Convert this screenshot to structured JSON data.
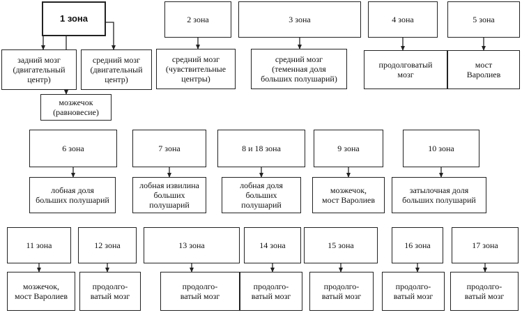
{
  "nodes": [
    {
      "id": "z1",
      "text": "1 зона",
      "kind": "zone"
    },
    {
      "id": "z2",
      "text": "2 зона",
      "kind": "zone"
    },
    {
      "id": "z3",
      "text": "3 зона",
      "kind": "zone"
    },
    {
      "id": "z4",
      "text": "4 зона",
      "kind": "zone"
    },
    {
      "id": "z5",
      "text": "5 зона",
      "kind": "zone"
    },
    {
      "id": "b1a",
      "text": "задний мозг\n(двигательный\nцентр)",
      "kind": "brain"
    },
    {
      "id": "b1b",
      "text": "средний мозг\n(двигательный\nцентр)",
      "kind": "brain"
    },
    {
      "id": "b1c",
      "text": "мозжечок\n(равновесие)",
      "kind": "brain"
    },
    {
      "id": "b2",
      "text": "средний мозг\n(чувствительные\nцентры)",
      "kind": "brain"
    },
    {
      "id": "b3",
      "text": "средний мозг\n(теменная доля\nбольших полушарий)",
      "kind": "brain"
    },
    {
      "id": "b4",
      "text": "продолговатый\nмозг",
      "kind": "brain"
    },
    {
      "id": "b5",
      "text": "мост\nВаролиев",
      "kind": "brain"
    },
    {
      "id": "z6",
      "text": "6 зона",
      "kind": "zone"
    },
    {
      "id": "z7",
      "text": "7 зона",
      "kind": "zone"
    },
    {
      "id": "z8",
      "text": "8 и 18 зона",
      "kind": "zone"
    },
    {
      "id": "z9",
      "text": "9 зона",
      "kind": "zone"
    },
    {
      "id": "z10",
      "text": "10 зона",
      "kind": "zone"
    },
    {
      "id": "b6",
      "text": "лобная доля\nбольших полушарий",
      "kind": "brain"
    },
    {
      "id": "b7",
      "text": "лобная извилина\nбольших\nполушарий",
      "kind": "brain"
    },
    {
      "id": "b8",
      "text": "лобная доля\nбольших\nполушарий",
      "kind": "brain"
    },
    {
      "id": "b9",
      "text": "мозжечок,\nмост Варолиев",
      "kind": "brain"
    },
    {
      "id": "b10",
      "text": "затылочная доля\nбольших полушарий",
      "kind": "brain"
    },
    {
      "id": "z11",
      "text": "11 зона",
      "kind": "zone"
    },
    {
      "id": "z12",
      "text": "12 зона",
      "kind": "zone"
    },
    {
      "id": "z13",
      "text": "13 зона",
      "kind": "zone"
    },
    {
      "id": "z14",
      "text": "14 зона",
      "kind": "zone"
    },
    {
      "id": "z15",
      "text": "15 зона",
      "kind": "zone"
    },
    {
      "id": "z16",
      "text": "16 зона",
      "kind": "zone"
    },
    {
      "id": "z17",
      "text": "17 зона",
      "kind": "zone"
    },
    {
      "id": "b11",
      "text": "мозжечок,\nмост Варолиев",
      "kind": "brain"
    },
    {
      "id": "b12",
      "text": "продолго-\nватый мозг",
      "kind": "brain"
    },
    {
      "id": "b13",
      "text": "продолго-\nватый мозг",
      "kind": "brain"
    },
    {
      "id": "b14",
      "text": "продолго-\nватый мозг",
      "kind": "brain"
    },
    {
      "id": "b15",
      "text": "продолго-\nватый мозг",
      "kind": "brain"
    },
    {
      "id": "b16",
      "text": "продолго-\nватый мозг",
      "kind": "brain"
    },
    {
      "id": "b17",
      "text": "продолго-\nватый мозг",
      "kind": "brain"
    }
  ],
  "edges": [
    [
      "z1",
      "b1a"
    ],
    [
      "z1",
      "b1b"
    ],
    [
      "z1",
      "b1c"
    ],
    [
      "z2",
      "b2"
    ],
    [
      "z3",
      "b3"
    ],
    [
      "z4",
      "b4"
    ],
    [
      "z5",
      "b5"
    ],
    [
      "z6",
      "b6"
    ],
    [
      "z7",
      "b7"
    ],
    [
      "z8",
      "b8"
    ],
    [
      "z9",
      "b9"
    ],
    [
      "z10",
      "b10"
    ],
    [
      "z11",
      "b11"
    ],
    [
      "z12",
      "b12"
    ],
    [
      "z13",
      "b13"
    ],
    [
      "z14",
      "b14"
    ],
    [
      "z15",
      "b15"
    ],
    [
      "z16",
      "b16"
    ],
    [
      "z17",
      "b17"
    ]
  ]
}
